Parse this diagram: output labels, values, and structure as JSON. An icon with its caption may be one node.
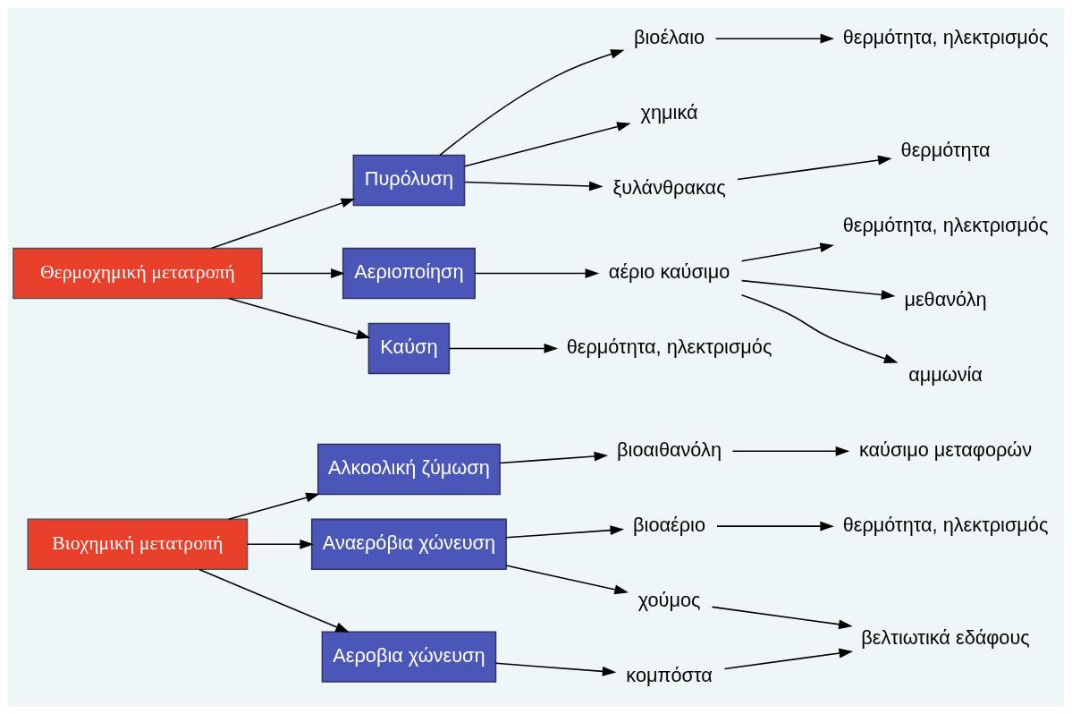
{
  "diagram": {
    "nodes": [
      {
        "text": [
          "Βιοχημική μετατροπή"
        ]
      },
      {
        "text": [
          "Αλκοολική ζύμωση"
        ]
      },
      {
        "text": [
          "Αναερόβια χώνευση"
        ]
      },
      {
        "text": [
          "Αεροβια χώνευση"
        ]
      },
      {
        "text": [
          "βιοαιθανόλη"
        ]
      },
      {
        "text": [
          "καύσιμο μεταφορών"
        ]
      },
      {
        "text": [
          "βιοαέριο"
        ]
      },
      {
        "text": [
          "θερμότητα, ηλεκτρισμός"
        ]
      },
      {
        "text": [
          "χούμος"
        ]
      },
      {
        "text": [
          "κομπόστα"
        ]
      },
      {
        "text": [
          "βελτιωτικά εδάφους"
        ]
      },
      {
        "text": [
          "Θερμοχημική μετατροπή"
        ]
      },
      {
        "text": [
          "Πυρόλυση"
        ]
      },
      {
        "text": [
          "Αεριοποίηση"
        ]
      },
      {
        "text": [
          "Καύση"
        ]
      },
      {
        "text": [
          "βιοέλαιο"
        ]
      },
      {
        "text": [
          "θερμότητα, ηλεκτρισμός"
        ]
      },
      {
        "text": [
          "χημικά"
        ]
      },
      {
        "text": [
          "ξυλάνθρακας"
        ]
      },
      {
        "text": [
          "θερμότητα"
        ]
      },
      {
        "text": [
          "αέριο καύσιμο"
        ]
      },
      {
        "text": [
          "θερμότητα, ηλεκτρισμός"
        ]
      },
      {
        "text": [
          "μεθανόλη"
        ]
      },
      {
        "text": [
          "αμμωνία"
        ]
      },
      {
        "text": [
          "θερμότητα, ηλεκτρισμός"
        ]
      }
    ],
    "edges": [
      {
        "from": 0,
        "to": 1,
        "arrow": "to"
      },
      {
        "from": 0,
        "to": 2,
        "arrow": "to"
      },
      {
        "from": 0,
        "to": 3,
        "arrow": "to"
      },
      {
        "from": 1,
        "to": 4,
        "arrow": "to"
      },
      {
        "from": 4,
        "to": 5,
        "arrow": "to"
      },
      {
        "from": 2,
        "to": 6,
        "arrow": "to"
      },
      {
        "from": 6,
        "to": 7,
        "arrow": "to"
      },
      {
        "from": 2,
        "to": 8,
        "arrow": "to"
      },
      {
        "from": 3,
        "to": 9,
        "arrow": "to"
      },
      {
        "from": 8,
        "to": 10,
        "arrow": "to"
      },
      {
        "from": 9,
        "to": 10,
        "arrow": "to"
      },
      {
        "from": 11,
        "to": 12,
        "arrow": "to"
      },
      {
        "from": 11,
        "to": 13,
        "arrow": "to"
      },
      {
        "from": 11,
        "to": 14,
        "arrow": "to"
      },
      {
        "from": 12,
        "to": 15,
        "arrow": "to"
      },
      {
        "from": 15,
        "to": 16,
        "arrow": "to"
      },
      {
        "from": 12,
        "to": 17,
        "arrow": "to"
      },
      {
        "from": 12,
        "to": 18,
        "arrow": "to"
      },
      {
        "from": 18,
        "to": 19,
        "arrow": "to"
      },
      {
        "from": 13,
        "to": 20,
        "arrow": "to"
      },
      {
        "from": 20,
        "to": 21,
        "arrow": "to"
      },
      {
        "from": 20,
        "to": 22,
        "arrow": "to"
      },
      {
        "from": 20,
        "to": 23,
        "arrow": "to"
      },
      {
        "from": 14,
        "to": 24,
        "arrow": "to"
      }
    ]
  }
}
